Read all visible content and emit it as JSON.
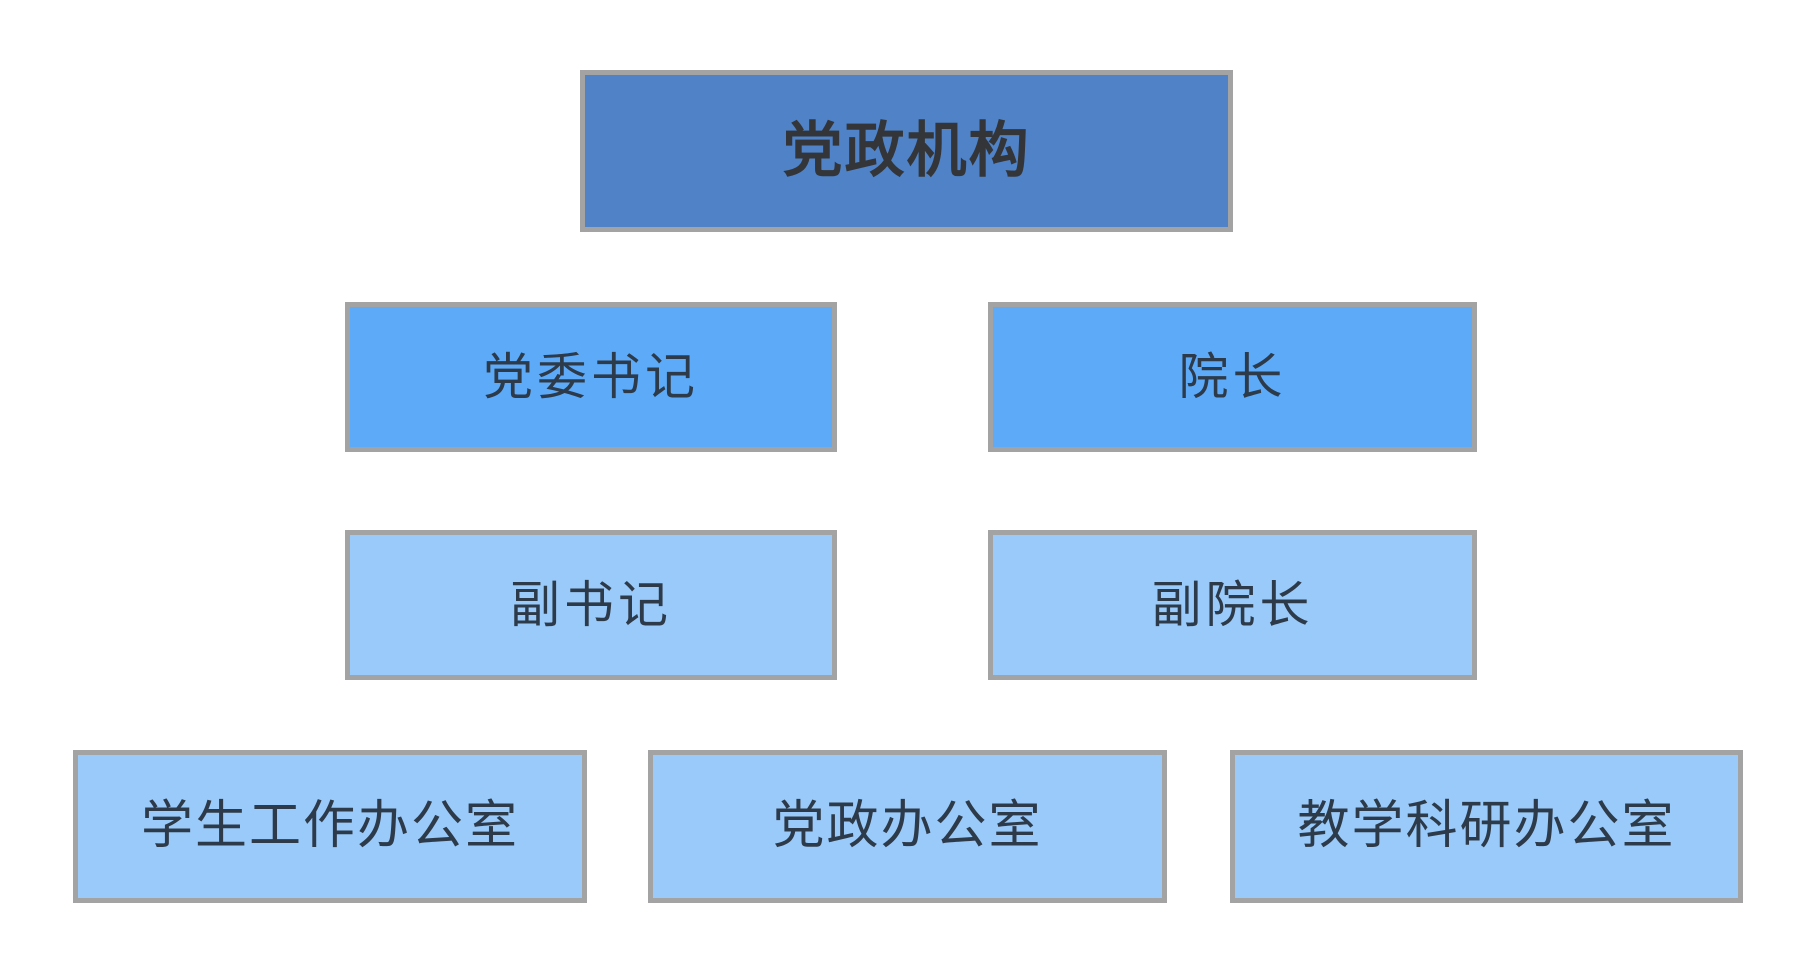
{
  "org_chart": {
    "root": {
      "label": "党政机构"
    },
    "level2": [
      {
        "label": "党委书记"
      },
      {
        "label": "院长"
      }
    ],
    "level3": [
      {
        "label": "副书记"
      },
      {
        "label": "副院长"
      }
    ],
    "level4": [
      {
        "label": "学生工作办公室"
      },
      {
        "label": "党政办公室"
      },
      {
        "label": "教学科研办公室"
      }
    ]
  },
  "colors": {
    "root_box": "#4f82c6",
    "level2_box": "#5dabf8",
    "level3_box": "#9acaf9",
    "border": "#a3a3a3",
    "background": "#ffffff"
  }
}
